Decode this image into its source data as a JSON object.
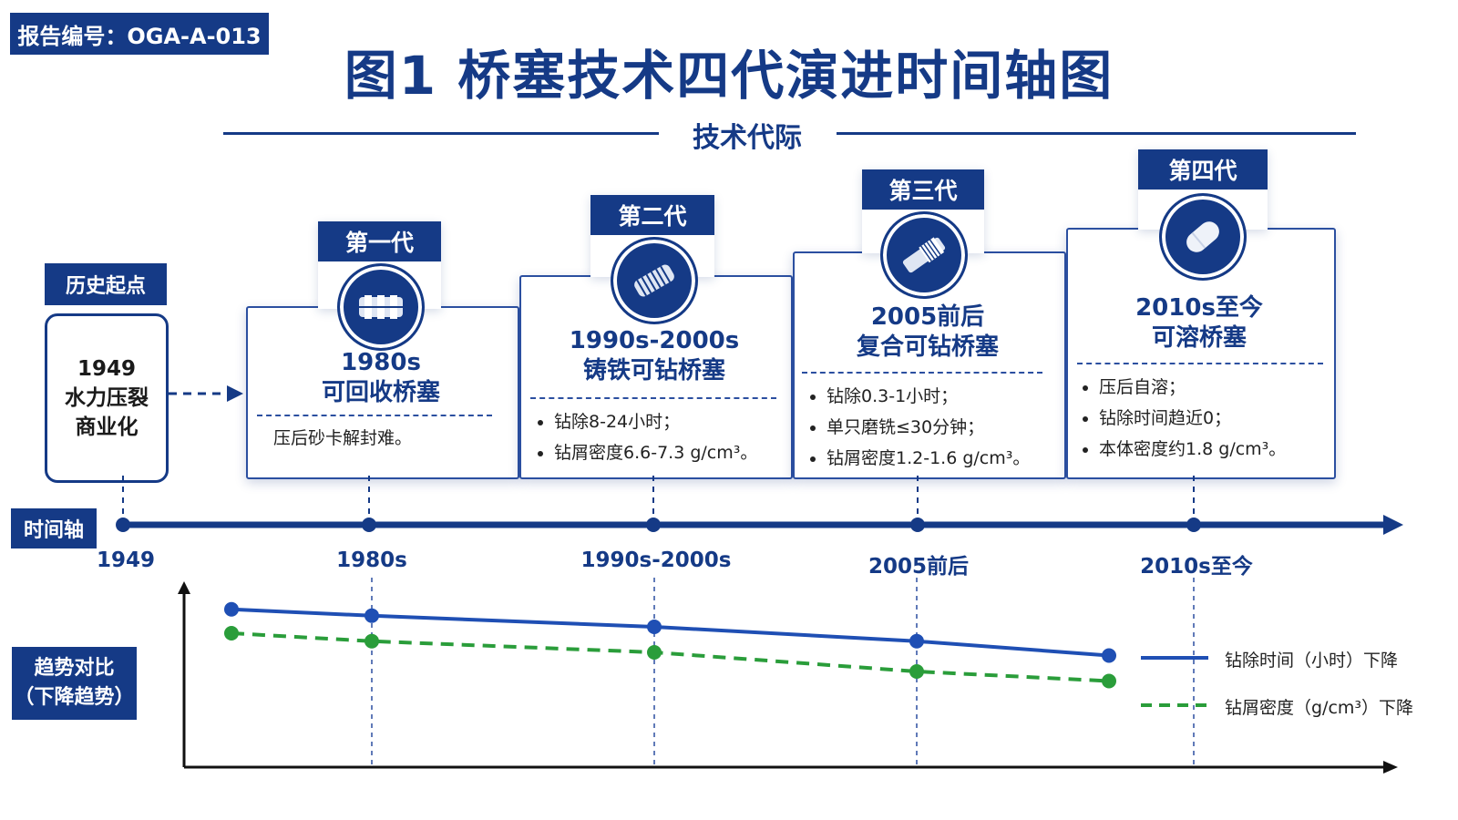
{
  "report_id": "报告编号：OGA-A-013",
  "title": "图1  桥塞技术四代演进时间轴图",
  "section_title": "技术代际",
  "history": {
    "label": "历史起点",
    "lines": [
      "1949",
      "水力压裂",
      "商业化"
    ]
  },
  "generations": [
    {
      "tab": "第一代",
      "icon": "retrievable-plug-icon",
      "period": "1980s",
      "name": "可回收桥塞",
      "points": [],
      "note": "压后砂卡解封难。"
    },
    {
      "tab": "第二代",
      "icon": "cast-iron-plug-icon",
      "period": "1990s-2000s",
      "name": "铸铁可钻桥塞",
      "points": [
        "钻除8-24小时；",
        "钻屑密度6.6-7.3 g/cm³。"
      ],
      "note": ""
    },
    {
      "tab": "第三代",
      "icon": "composite-plug-icon",
      "period": "2005前后",
      "name": "复合可钻桥塞",
      "points": [
        "钻除0.3-1小时；",
        "单只磨铣≤30分钟；",
        "钻屑密度1.2-1.6 g/cm³。"
      ],
      "note": ""
    },
    {
      "tab": "第四代",
      "icon": "dissolvable-plug-icon",
      "period": "2010s至今",
      "name": "可溶桥塞",
      "points": [
        "压后自溶；",
        "钻除时间趋近0；",
        "本体密度约1.8 g/cm³。"
      ],
      "note": ""
    }
  ],
  "timeline": {
    "label": "时间轴",
    "years": [
      "1949",
      "1980s",
      "1990s-2000s",
      "2005前后",
      "2010s至今"
    ]
  },
  "trend": {
    "label_line1": "趋势对比",
    "label_line2": "（下降趋势）",
    "legend": [
      "钻除时间（小时）下降",
      "钻屑密度（g/cm³）下降"
    ]
  },
  "colors": {
    "primary": "#153a86",
    "accent_line": "#1f4fb4",
    "green": "#2a9d3a"
  },
  "chart_data": {
    "type": "line",
    "categories": [
      "1980s",
      "1990s-2000s",
      "2005前后",
      "2010s至今"
    ],
    "series": [
      {
        "name": "钻除时间（小时）下降",
        "values": [
          0.95,
          0.91,
          0.84,
          0.75,
          0.66
        ],
        "style": "solid",
        "color": "#1f4fb4"
      },
      {
        "name": "钻屑密度（g/cm³）下降",
        "values": [
          0.8,
          0.75,
          0.68,
          0.56,
          0.5
        ],
        "style": "dashed",
        "color": "#2a9d3a"
      }
    ],
    "ylim": [
      0,
      1
    ],
    "title": "",
    "xlabel": "",
    "ylabel": ""
  }
}
